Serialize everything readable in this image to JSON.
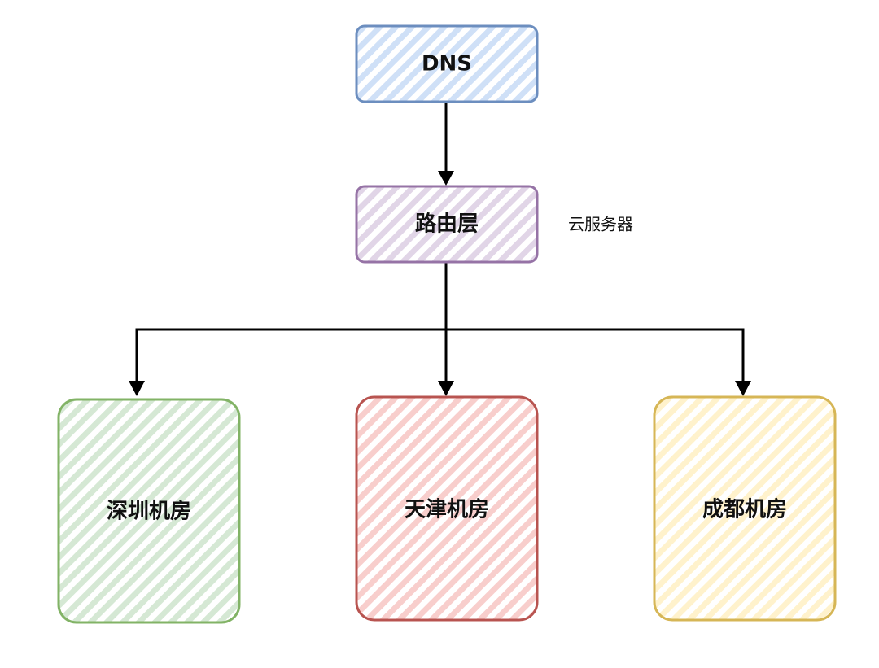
{
  "diagram": {
    "nodes": {
      "dns": {
        "label": "DNS",
        "fill": "#cfe0f7",
        "stroke": "#6c8ebf"
      },
      "router": {
        "label": "路由层",
        "fill": "#e1d5e7",
        "stroke": "#9673a6"
      },
      "shenzhen": {
        "label": "深圳机房",
        "fill": "#d5e8d4",
        "stroke": "#82b366"
      },
      "tianjin": {
        "label": "天津机房",
        "fill": "#f8cecc",
        "stroke": "#b85450"
      },
      "chengdu": {
        "label": "成都机房",
        "fill": "#fff2cc",
        "stroke": "#d6b656"
      }
    },
    "router_note": "云服务器",
    "edges": [
      {
        "from": "DNS",
        "to": "路由层"
      },
      {
        "from": "路由层",
        "to": "深圳机房"
      },
      {
        "from": "路由层",
        "to": "天津机房"
      },
      {
        "from": "路由层",
        "to": "成都机房"
      }
    ]
  }
}
